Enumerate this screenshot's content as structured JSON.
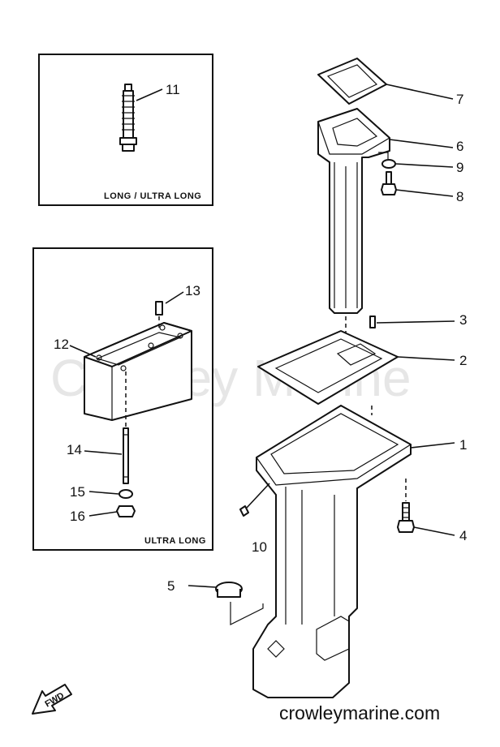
{
  "watermark": "Crowley Marine",
  "website": "crowleymarine.com",
  "direction_tag": "FWD",
  "inset_boxes": {
    "top_caption": "LONG / ULTRA LONG",
    "bottom_caption": "ULTRA LONG"
  },
  "callouts": [
    "1",
    "2",
    "3",
    "4",
    "5",
    "6",
    "7",
    "8",
    "9",
    "10",
    "11",
    "12",
    "13",
    "14",
    "15",
    "16"
  ]
}
